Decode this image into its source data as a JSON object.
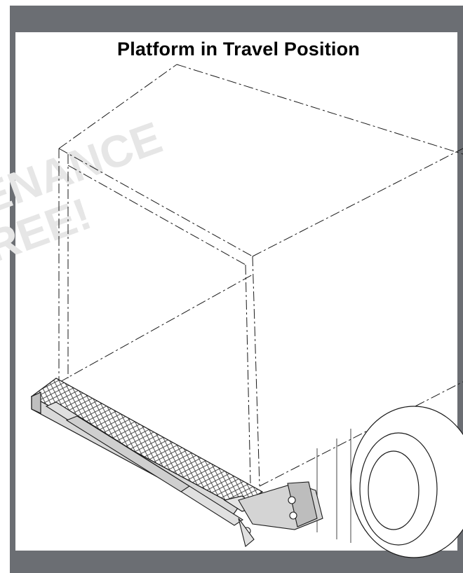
{
  "title": "Platform in Travel Position",
  "watermark": {
    "line1": "ENANCE",
    "line2": "REE!"
  },
  "colors": {
    "frame": "#6b6e73",
    "panel": "#ffffff",
    "line": "#1a1a1a",
    "watermark": "#e6e6e6"
  }
}
